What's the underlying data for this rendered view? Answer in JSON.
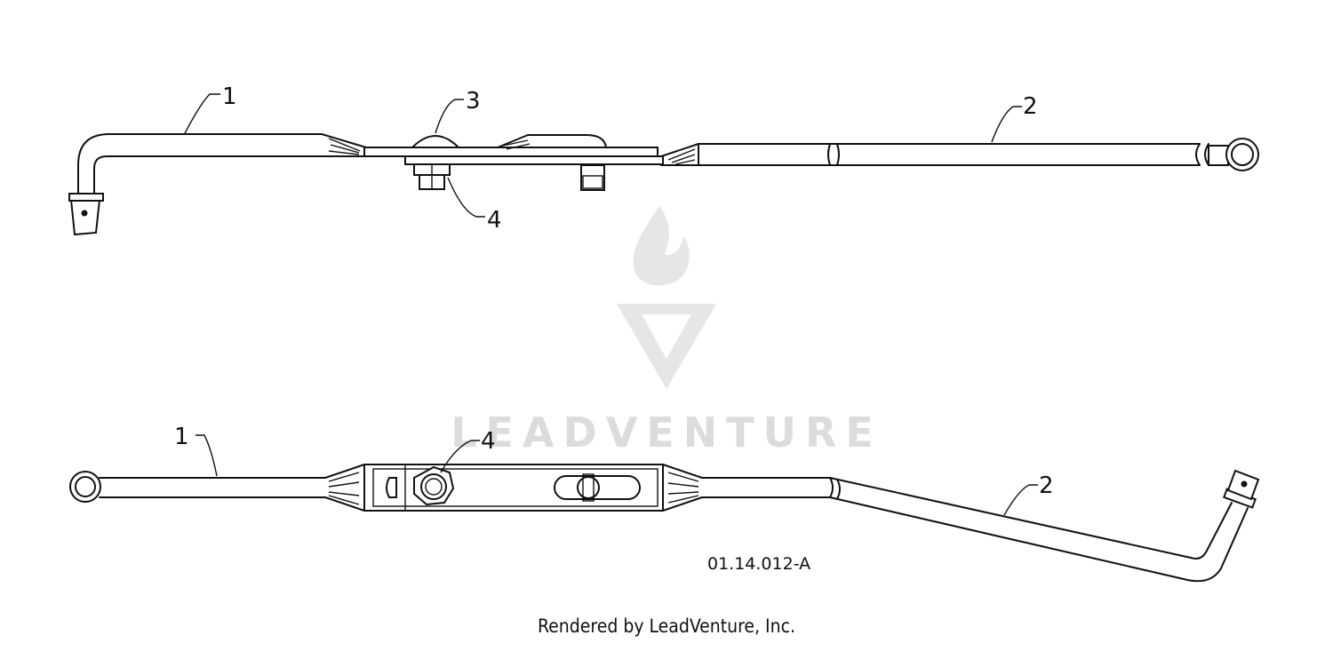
{
  "watermark": {
    "text": "LEADVENTURE"
  },
  "top_view": {
    "callouts": [
      {
        "id": "c1",
        "label": "1"
      },
      {
        "id": "c2",
        "label": "2"
      },
      {
        "id": "c3",
        "label": "3"
      },
      {
        "id": "c4",
        "label": "4"
      }
    ]
  },
  "bottom_view": {
    "callouts": [
      {
        "id": "c1",
        "label": "1"
      },
      {
        "id": "c4",
        "label": "4"
      },
      {
        "id": "c2",
        "label": "2"
      }
    ]
  },
  "figure_code": "01.14.012-A",
  "credit": "Rendered by LeadVenture, Inc."
}
